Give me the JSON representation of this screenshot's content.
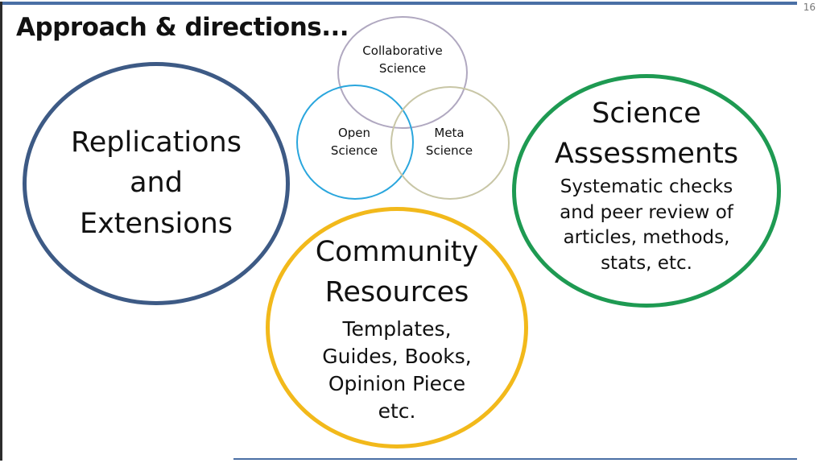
{
  "slide": {
    "title": "Approach & directions...",
    "page_number": "16"
  },
  "venn": {
    "collaborative": [
      "Collaborative",
      "Science"
    ],
    "open": [
      "Open",
      "Science"
    ],
    "meta": [
      "Meta",
      "Science"
    ]
  },
  "replications": {
    "lines": [
      "Replications",
      "and",
      "Extensions"
    ]
  },
  "science_assessments": {
    "heading": [
      "Science",
      "Assessments"
    ],
    "detail": [
      "Systematic checks",
      "and peer review of",
      "articles, methods,",
      "stats, etc."
    ]
  },
  "community_resources": {
    "heading": [
      "Community",
      "Resources"
    ],
    "detail": [
      "Templates,",
      "Guides, Books,",
      "Opinion Piece",
      "etc."
    ]
  },
  "colors": {
    "replications_border": "#3d5a85",
    "science_border": "#1e9a52",
    "community_border": "#f2b91b",
    "collaborative_border": "#b0a8c0",
    "open_border": "#2aa6dd",
    "meta_border": "#c8c6a6"
  }
}
